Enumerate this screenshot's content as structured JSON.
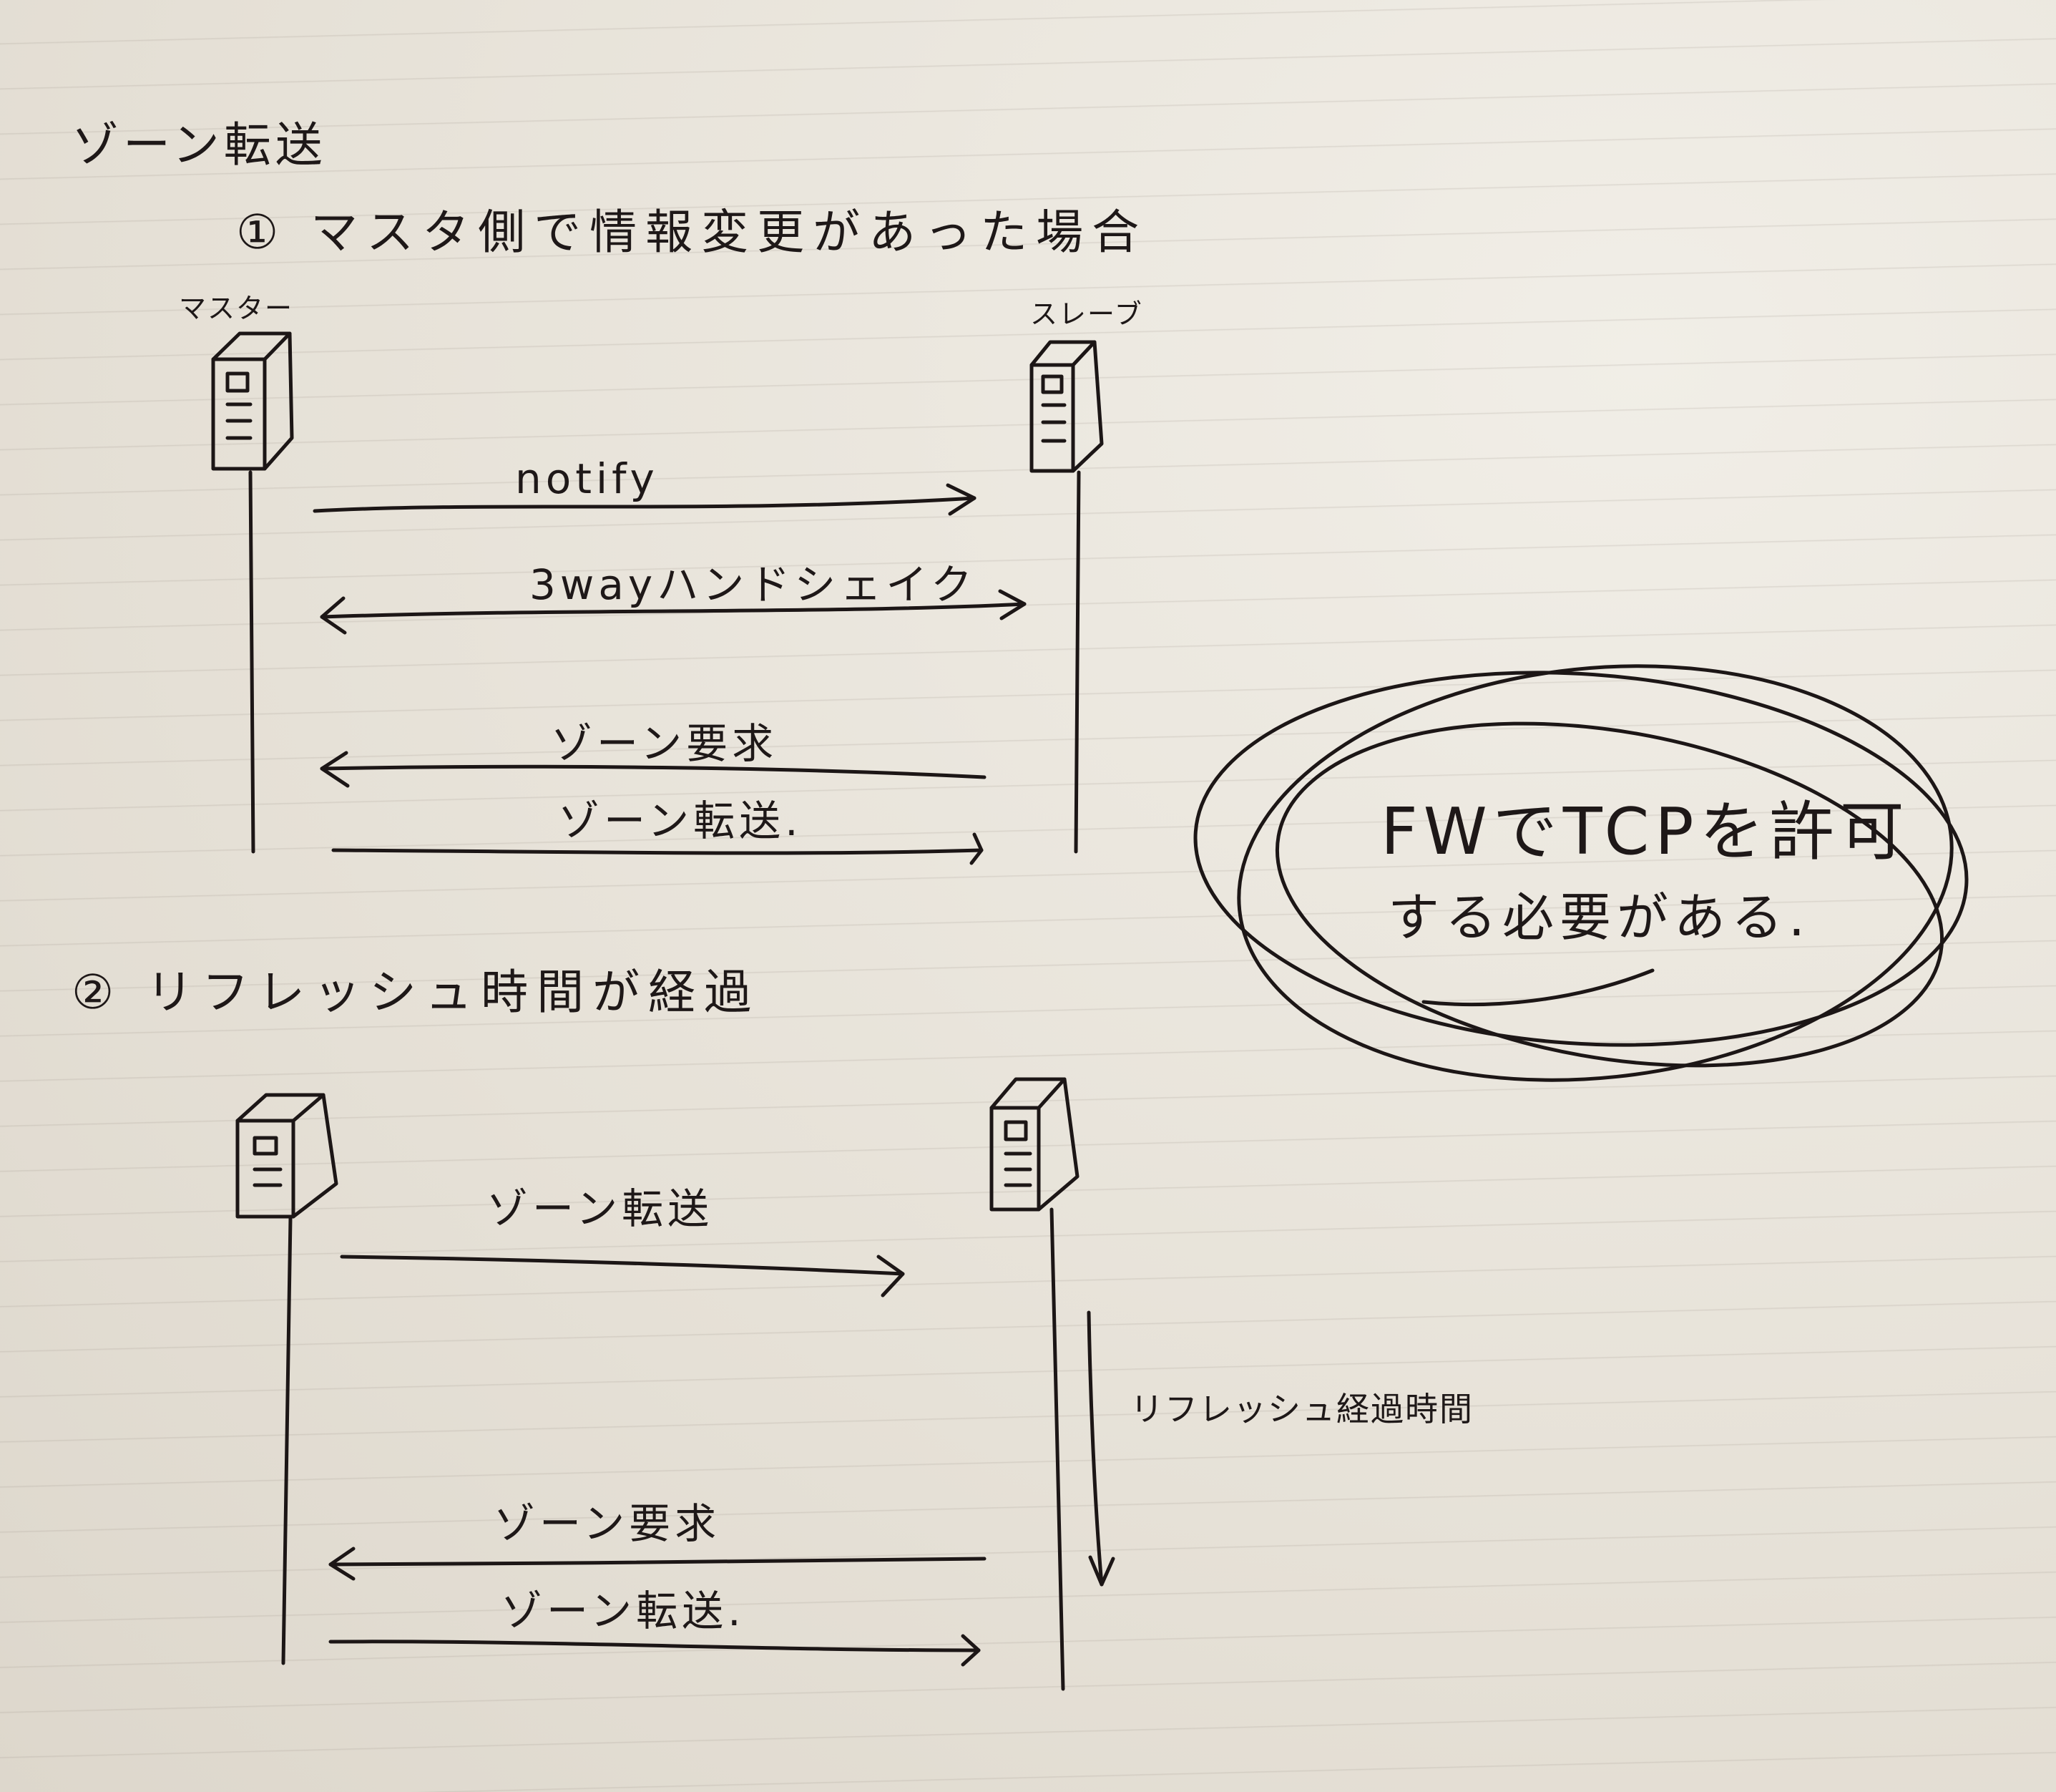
{
  "title": "ゾーン転送",
  "section1": {
    "heading": "① マスタ側で情報変更があった場合",
    "master_label": "マスター",
    "slave_label": "スレーブ",
    "messages": [
      "notify",
      "3wayハンドシェイク",
      "ゾーン要求",
      "ゾーン転送."
    ]
  },
  "note": {
    "line1": "FWでTCPを許可",
    "line2": "する必要がある."
  },
  "section2": {
    "heading": "② リフレッシュ時間が経過",
    "messages": [
      "ゾーン転送",
      "ゾーン要求",
      "ゾーン転送."
    ],
    "interval_label": "リフレッシュ経過時間"
  }
}
